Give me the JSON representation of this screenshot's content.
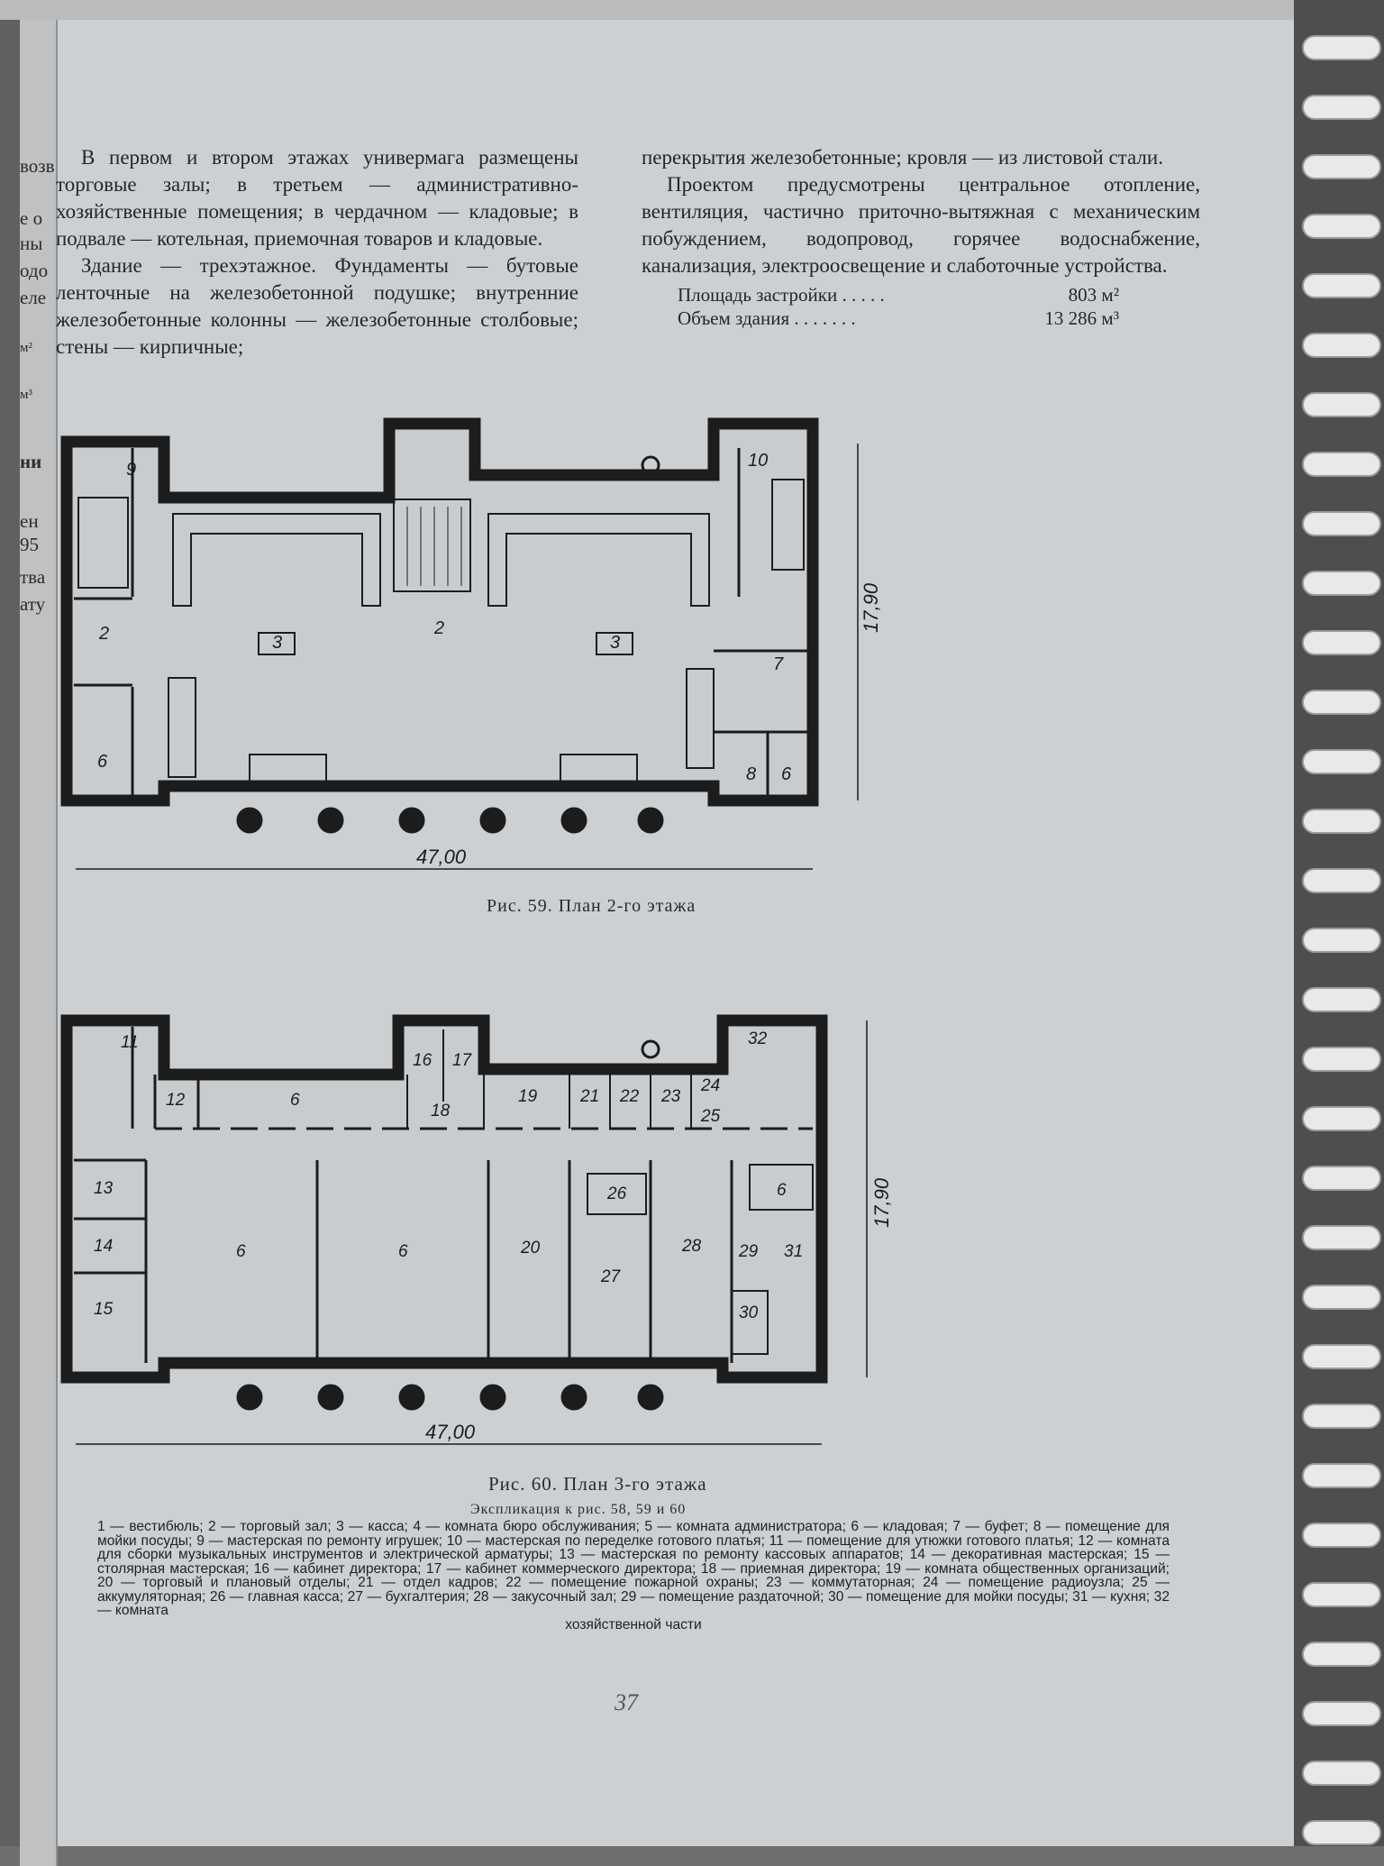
{
  "body_text": {
    "left_column": [
      "В первом и втором этажах универмага размещены торговые залы; в третьем — административно-хозяйственные помещения; в чердачном — кладовые; в подвале — котельная, приемочная товаров и кладовые.",
      "Здание — трехэтажное. Фундаменты — бутовые ленточные на железобетонной подушке; внутренние железобетонные колонны — железобетонные столбовые; стены — кирпичные;"
    ],
    "right_column": [
      "перекрытия железобетонные; кровля — из листовой стали.",
      "Проектом предусмотрены центральное отопление, вентиляция, частично приточно-вытяжная с механическим побуждением, водопровод, горячее водоснабжение, канализация, электроосвещение и слаботочные устройства."
    ]
  },
  "stats": [
    {
      "label": "Площадь застройки . . . . .",
      "value": "803 м²"
    },
    {
      "label": "Объем здания . . . . . . .",
      "value": "13 286 м³"
    }
  ],
  "left_page_fragments": [
    "возв",
    "е о",
    "ны",
    "одо",
    "еле",
    "м²",
    "м³",
    "ни",
    "ен",
    "95",
    "тва",
    "ату"
  ],
  "fig59": {
    "caption": "Рис. 59. План 2-го этажа",
    "width_dim": "47,00",
    "height_dim": "17,90",
    "labels": [
      "9",
      "2",
      "6",
      "3",
      "2",
      "3",
      "10",
      "7",
      "8",
      "6"
    ]
  },
  "fig60": {
    "caption": "Рис. 60. План 3-го этажа",
    "width_dim": "47,00",
    "height_dim": "17,90",
    "labels": [
      "11",
      "12",
      "6",
      "16",
      "17",
      "18",
      "19",
      "21",
      "22",
      "23",
      "24",
      "25",
      "32",
      "13",
      "14",
      "15",
      "6",
      "6",
      "20",
      "26",
      "27",
      "28",
      "29",
      "30",
      "31",
      "6"
    ]
  },
  "explication": {
    "title": "Экспликация к рис. 58, 59 и 60",
    "items": "1 — вестибюль; 2 — торговый зал; 3 — касса; 4 — комната бюро обслуживания; 5 — комната администратора; 6 — кладовая; 7 — буфет; 8 — помещение для мойки посуды; 9 — мастерская по ремонту игрушек; 10 — мастерская по переделке готового платья; 11 — помещение для утюжки готового платья; 12 — комната для сборки музыкальных инструментов и электрической арматуры; 13 — мастерская по ремонту кассовых аппаратов; 14 — декоративная мастерская; 15 — столярная мастерская; 16 — кабинет директора; 17 — кабинет коммерческого директора; 18 — приемная директора; 19 — комната общественных организаций; 20 — торговый и плановый отделы; 21 — отдел кадров; 22 — помещение пожарной охраны; 23 — коммутаторная; 24 — помещение радиоузла; 25 — аккумуляторная; 26 — главная касса; 27 — бухгалтерия; 28 — закусочный зал; 29 — помещение раздаточной; 30 — помещение для мойки посуды; 31 — кухня; 32 — комната",
    "last_line": "хозяйственной части"
  },
  "page_number": "37"
}
